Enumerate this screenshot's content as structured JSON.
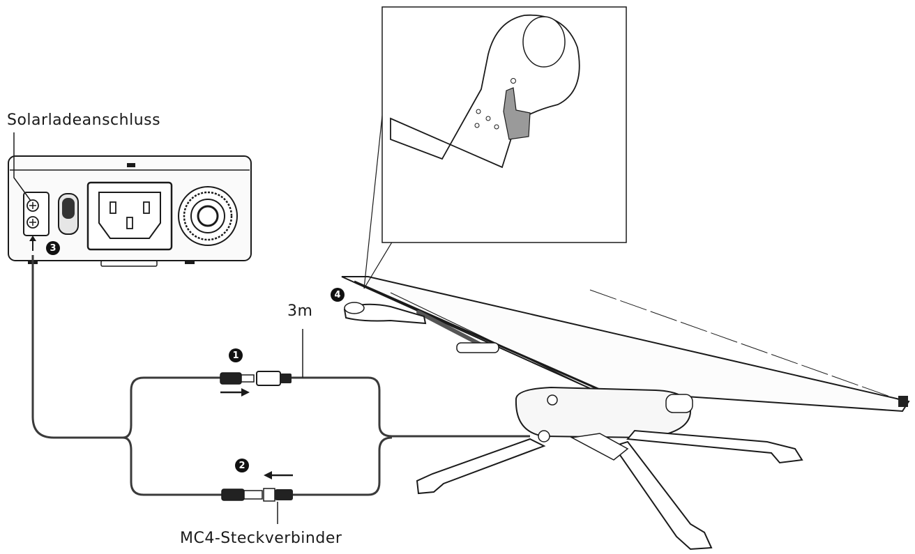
{
  "labels": {
    "solar_port": "Solarladeanschluss",
    "cable_length": "3m",
    "connector": "MC4-Steckverbinder"
  },
  "steps": {
    "s1": "1",
    "s2": "2",
    "s3": "3",
    "s4": "4"
  },
  "colors": {
    "line": "#1a1a1a",
    "cable": "#3a3a3a",
    "fill_light": "#f3f3f3",
    "fill_dark": "#222222",
    "highlight": "#9a9a9a"
  }
}
